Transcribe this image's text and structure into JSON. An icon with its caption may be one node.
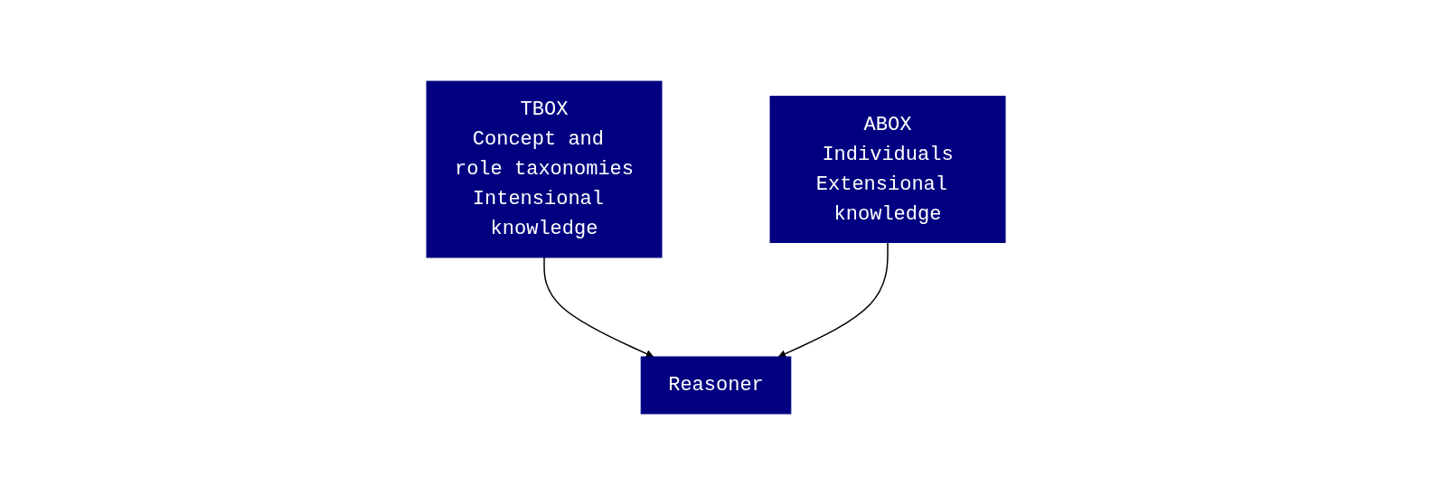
{
  "diagram": {
    "nodes": [
      {
        "text": [
          "TBOX",
          "Concept and role taxonomies",
          "Intensional knowledge"
        ]
      },
      {
        "text": [
          "ABOX",
          "Individuals",
          "Extensional knowledge"
        ]
      },
      {
        "text": [
          "Reasoner"
        ]
      }
    ],
    "edges": [
      {
        "from": 0,
        "to": 2,
        "arrow": "to"
      },
      {
        "from": 1,
        "to": 2,
        "arrow": "to"
      }
    ]
  }
}
